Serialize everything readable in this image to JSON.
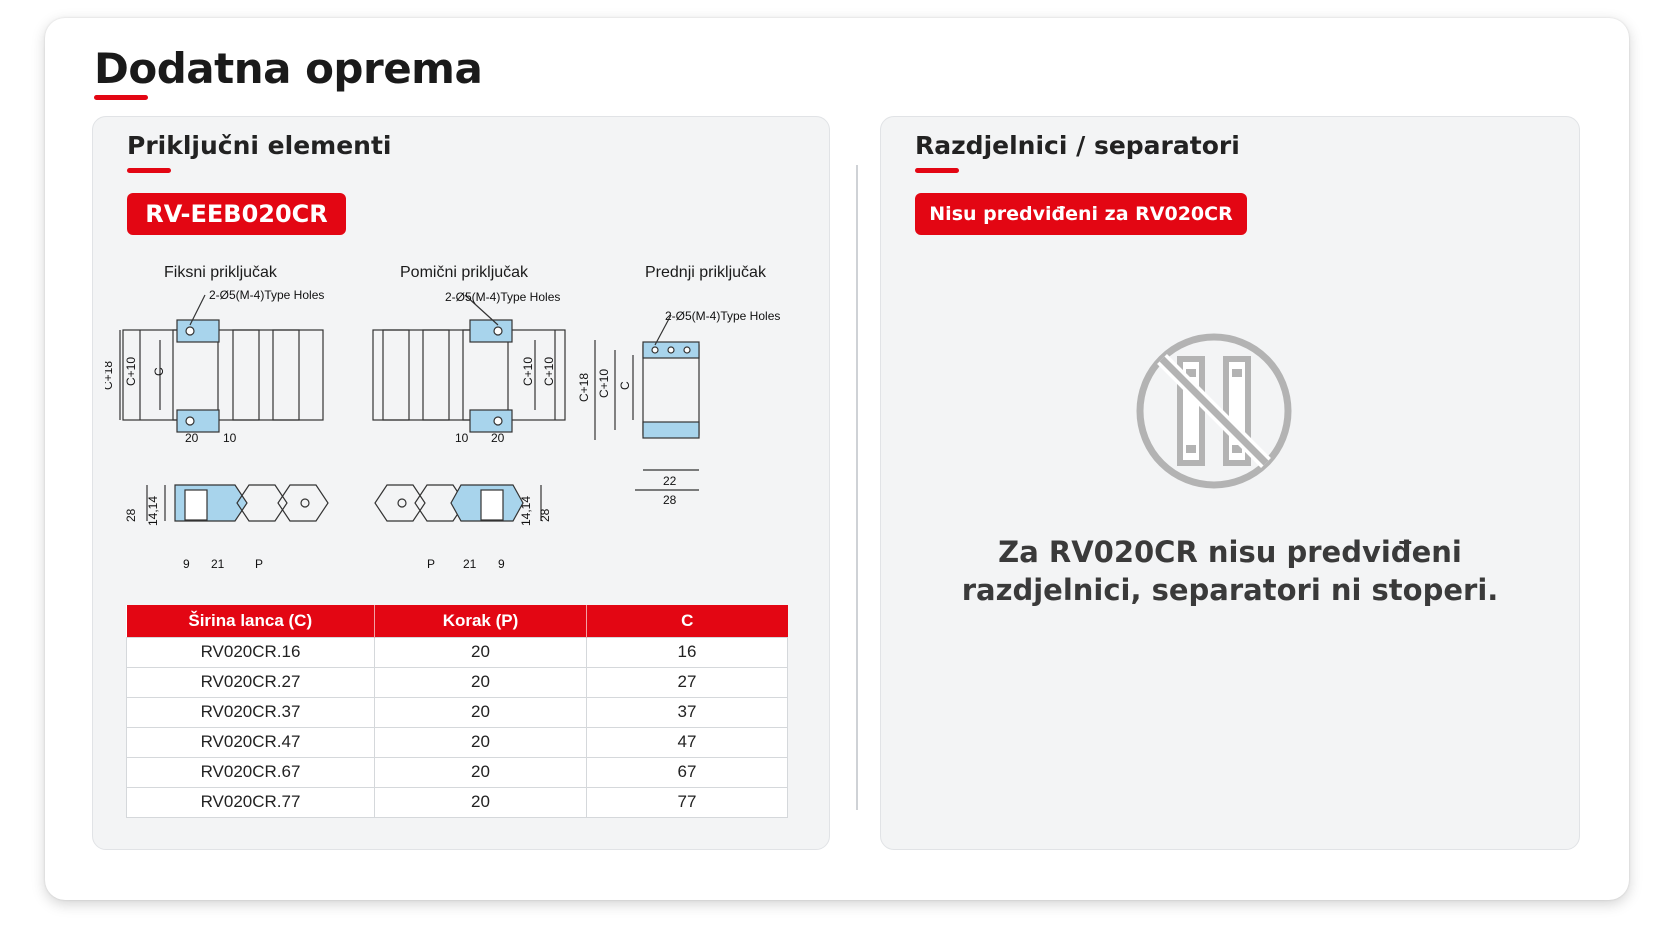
{
  "page": {
    "title": "Dodatna oprema"
  },
  "left_panel": {
    "title": "Priključni elementi",
    "product_code": "RV-EEB020CR",
    "diagrams": {
      "fixed": "Fiksni priključak",
      "movable": "Pomični priključak",
      "front": "Prednji priključak",
      "hole_note": "2-Ø5(M-4)Type Holes",
      "dims": {
        "c18": "C+18",
        "c10": "C+10",
        "c": "C",
        "d20": "20",
        "d10": "10",
        "d28": "28",
        "d1414": "14,14",
        "d9": "9",
        "d21": "21",
        "dp": "P",
        "d22": "22"
      }
    },
    "table": {
      "headers": [
        "Širina lanca (C)",
        "Korak (P)",
        "C"
      ],
      "rows": [
        [
          "RV020CR.16",
          "20",
          "16"
        ],
        [
          "RV020CR.27",
          "20",
          "27"
        ],
        [
          "RV020CR.37",
          "20",
          "37"
        ],
        [
          "RV020CR.47",
          "20",
          "47"
        ],
        [
          "RV020CR.67",
          "20",
          "67"
        ],
        [
          "RV020CR.77",
          "20",
          "77"
        ]
      ]
    }
  },
  "right_panel": {
    "title": "Razdjelnici / separatori",
    "badge": "Nisu predviđeni za RV020CR",
    "icon": "no-separators-icon",
    "message_line1": "Za RV020CR nisu predviđeni",
    "message_line2": "razdjelnici, separatori ni stoperi."
  },
  "colors": {
    "accent": "#e30613",
    "highlight": "#a8d4ec",
    "icon_gray": "#b3b3b3"
  }
}
